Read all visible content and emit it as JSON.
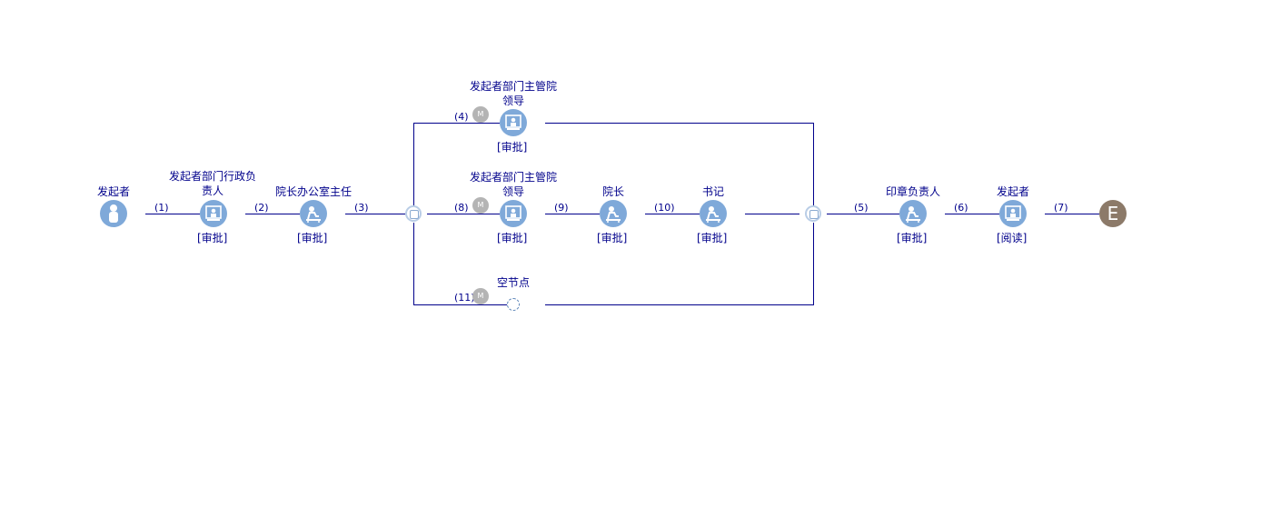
{
  "nodes": {
    "start": {
      "label": "发起者",
      "icon": "person-icon"
    },
    "n1": {
      "label": "发起者部门行政负责人",
      "tag": "[审批]",
      "icon": "monitor-user-icon"
    },
    "n2": {
      "label": "院长办公室主任",
      "tag": "[审批]",
      "icon": "desk-user-icon"
    },
    "n4": {
      "label": "发起者部门主管院领导",
      "tag": "[审批]",
      "icon": "monitor-user-icon"
    },
    "n8": {
      "label": "发起者部门主管院领导",
      "tag": "[审批]",
      "icon": "monitor-user-icon"
    },
    "n9": {
      "label": "院长",
      "tag": "[审批]",
      "icon": "desk-user-icon"
    },
    "n10": {
      "label": "书记",
      "tag": "[审批]",
      "icon": "desk-user-icon"
    },
    "empty": {
      "label": "空节点"
    },
    "n5": {
      "label": "印章负责人",
      "tag": "[审批]",
      "icon": "desk-user-icon"
    },
    "n6": {
      "label": "发起者",
      "tag": "[阅读]",
      "icon": "monitor-user-icon"
    },
    "end": {
      "label": "E"
    }
  },
  "edges": {
    "e1": "(1)",
    "e2": "(2)",
    "e3": "(3)",
    "e4": "(4)",
    "e5": "(5)",
    "e6": "(6)",
    "e7": "(7)",
    "e8": "(8)",
    "e9": "(9)",
    "e10": "(10)",
    "e11": "(11)"
  },
  "badge": "M",
  "colors": {
    "line": "#00008b",
    "node": "#7fa9d9",
    "end": "#8c7a69",
    "badge": "#b4b4b4"
  }
}
